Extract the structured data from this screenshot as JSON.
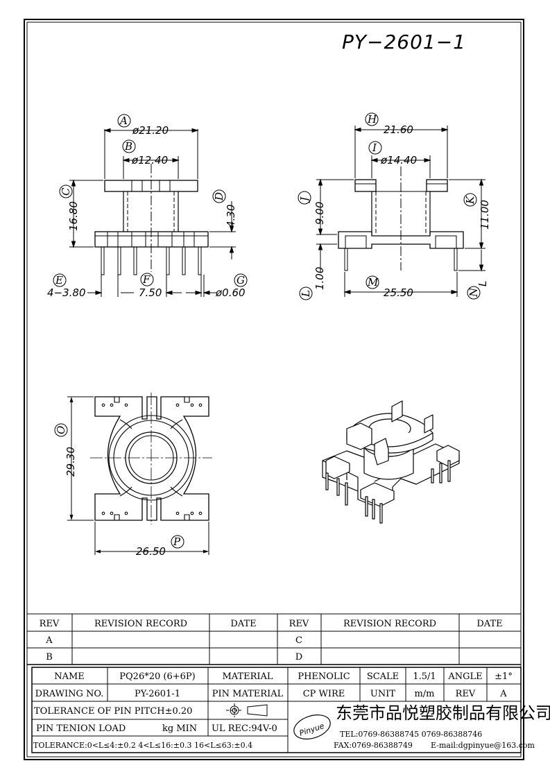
{
  "drawing": {
    "number": "PY−2601−1",
    "front_view": {
      "dims": {
        "A": "ø21.20",
        "B": "ø12.40",
        "C": "16.80",
        "D": "4.30",
        "E": "4−3.80",
        "F": "7.50",
        "G": "ø0.60"
      },
      "markers": [
        "A",
        "B",
        "C",
        "D",
        "E",
        "F",
        "G"
      ]
    },
    "side_view": {
      "dims": {
        "H": "21.60",
        "I": "ø14.40",
        "J": "9.00",
        "K": "11.00",
        "L": "1.00",
        "M": "25.50"
      },
      "markers": [
        "H",
        "I",
        "J",
        "K",
        "L",
        "M",
        "N"
      ],
      "n_label": "L"
    },
    "bottom_view": {
      "dims": {
        "O": "29.30",
        "P": "26.50"
      },
      "markers": [
        "O",
        "P"
      ]
    }
  },
  "revision_table": {
    "headers": [
      "REV",
      "REVISION RECORD",
      "DATE",
      "REV",
      "REVISION RECORD",
      "DATE"
    ],
    "rows": [
      [
        "A",
        "",
        "",
        "C",
        "",
        ""
      ],
      [
        "B",
        "",
        "",
        "D",
        "",
        ""
      ]
    ]
  },
  "title_block": {
    "name_label": "NAME",
    "name_value": "PQ26*20 (6+6P)",
    "material_label": "MATERIAL",
    "material_value": "PHENOLIC",
    "scale_label": "SCALE",
    "scale_value": "1.5/1",
    "angle_label": "ANGLE",
    "angle_value": "±1°",
    "drawing_no_label": "DRAWING NO.",
    "drawing_no_value": "PY-2601-1",
    "pin_material_label": "PIN MATERIAL",
    "pin_material_value": "CP WIRE",
    "unit_label": "UNIT",
    "unit_value": "m/m",
    "rev_label": "REV",
    "rev_value": "A",
    "tolerance_pitch": "TOLERANCE OF PIN PITCH±0.20",
    "pin_tension": "PIN TENION LOAD",
    "pin_tension_unit": "kg MIN",
    "ul_rec": "UL REC:94V-0",
    "tolerance_line": "TOLERANCE:0<L≤4:±0.2  4<L≤16:±0.3  16<L≤63:±0.4",
    "logo_text": "Pinyue",
    "company": "东莞市品悦塑胶制品有限公司",
    "tel": "TEL:0769-86388745   0769-86388746",
    "fax": "FAX:0769-86388749",
    "email": "E-mail:dgpinyue@163.com"
  }
}
